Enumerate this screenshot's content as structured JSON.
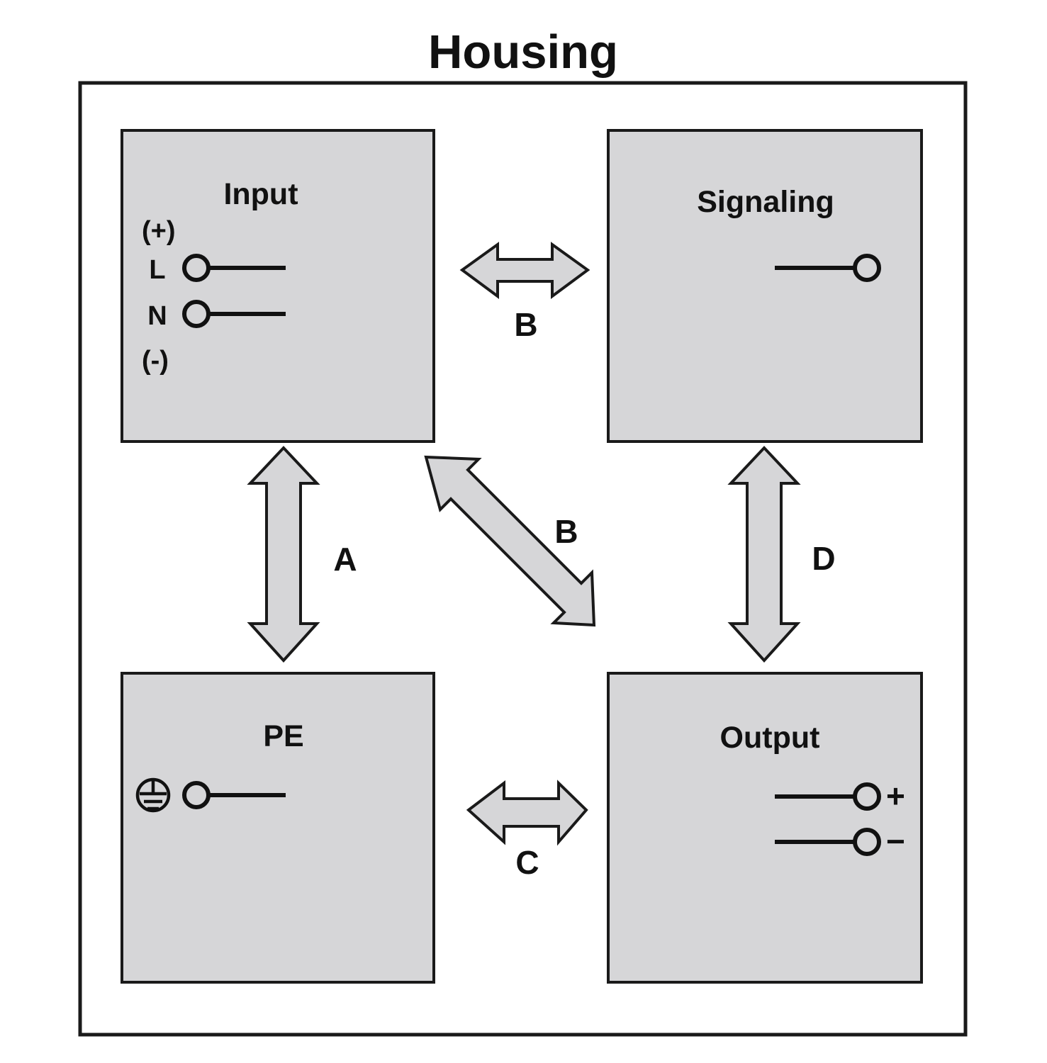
{
  "title": "Housing",
  "housing": {
    "label": "Housing",
    "border_color": "#1a1a1a",
    "fill": "#ffffff"
  },
  "style": {
    "block_fill": "#d6d6d8",
    "stroke": "#1a1a1a",
    "wire_color": "#111111",
    "background": "#ffffff"
  },
  "blocks": [
    {
      "id": "input",
      "label": "Input",
      "polarity_top": "(+)",
      "polarity_bottom": "(-)",
      "terminals": [
        {
          "label": "L",
          "side": "left",
          "symbol": "circle-terminal"
        },
        {
          "label": "N",
          "side": "left",
          "symbol": "circle-terminal"
        }
      ]
    },
    {
      "id": "signaling",
      "label": "Signaling",
      "terminals": [
        {
          "label": "",
          "side": "right",
          "symbol": "circle-terminal"
        }
      ]
    },
    {
      "id": "pe",
      "label": "PE",
      "terminals": [
        {
          "label": "",
          "side": "left",
          "symbol": "protective-earth-ground-icon"
        }
      ]
    },
    {
      "id": "output",
      "label": "Output",
      "terminals": [
        {
          "label": "+",
          "side": "right",
          "symbol": "circle-terminal"
        },
        {
          "label": "−",
          "side": "right",
          "symbol": "circle-terminal"
        }
      ]
    }
  ],
  "arrows": [
    {
      "id": "arrow-a",
      "label": "A",
      "orientation": "vertical",
      "from": "input",
      "to": "pe"
    },
    {
      "id": "arrow-b-horizontal",
      "label": "B",
      "orientation": "horizontal",
      "from": "input",
      "to": "signaling"
    },
    {
      "id": "arrow-b-diagonal",
      "label": "B",
      "orientation": "diagonal",
      "from": "input",
      "to": "output"
    },
    {
      "id": "arrow-c",
      "label": "C",
      "orientation": "horizontal",
      "from": "pe",
      "to": "output"
    },
    {
      "id": "arrow-d",
      "label": "D",
      "orientation": "vertical",
      "from": "signaling",
      "to": "output"
    }
  ]
}
